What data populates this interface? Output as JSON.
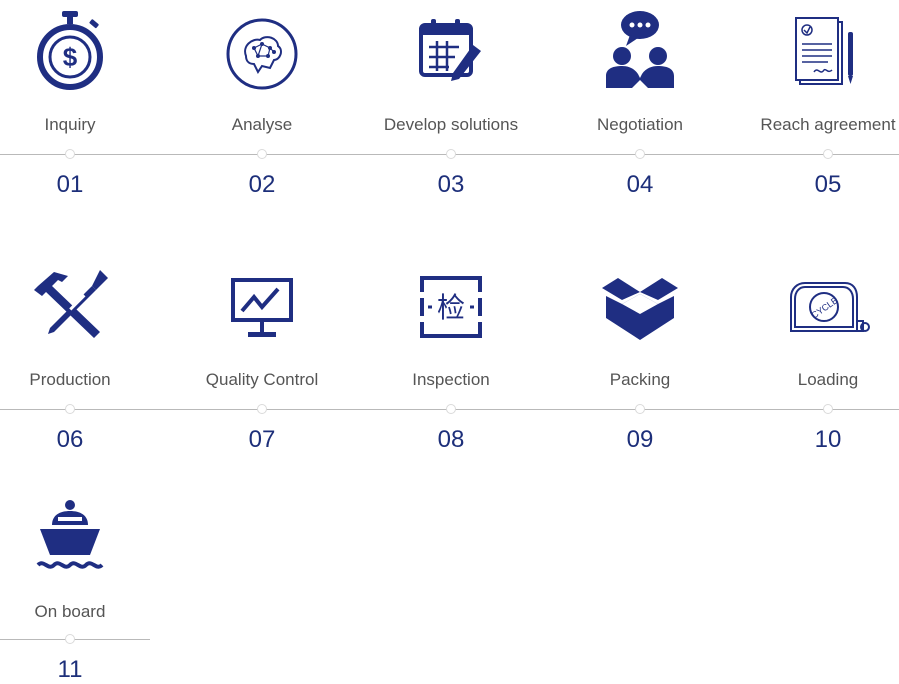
{
  "accent_color": "#1f2e82",
  "line_color": "#b9b9b9",
  "steps": [
    {
      "label": "Inquiry",
      "number": "01",
      "icon": "stopwatch-dollar-icon"
    },
    {
      "label": "Analyse",
      "number": "02",
      "icon": "brain-network-icon"
    },
    {
      "label": "Develop solutions",
      "number": "03",
      "icon": "calendar-pen-icon"
    },
    {
      "label": "Negotiation",
      "number": "04",
      "icon": "people-chat-icon"
    },
    {
      "label": "Reach agreement",
      "number": "05",
      "icon": "contract-signature-icon"
    },
    {
      "label": "Production",
      "number": "06",
      "icon": "hammer-screwdriver-icon"
    },
    {
      "label": "Quality Control",
      "number": "07",
      "icon": "monitor-chart-icon"
    },
    {
      "label": "Inspection",
      "number": "08",
      "icon": "inspection-frame-icon",
      "icon_text": "检"
    },
    {
      "label": "Packing",
      "number": "09",
      "icon": "open-box-icon"
    },
    {
      "label": "Loading",
      "number": "10",
      "icon": "tape-measure-icon",
      "icon_text": "CYCLE"
    },
    {
      "label": "On board",
      "number": "11",
      "icon": "ship-icon"
    }
  ]
}
